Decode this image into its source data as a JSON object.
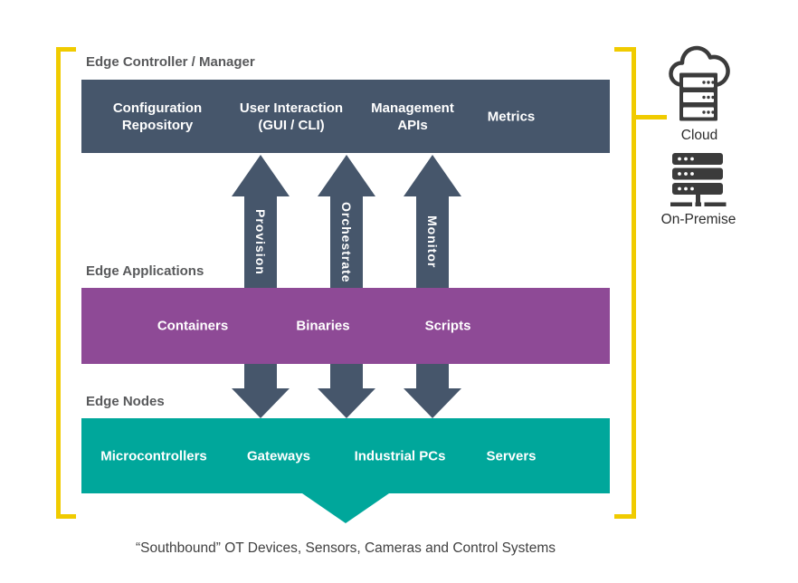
{
  "diagram": {
    "controller": {
      "heading": "Edge Controller / Manager",
      "items": [
        {
          "line1": "Configuration",
          "line2": "Repository"
        },
        {
          "line1": "User Interaction",
          "line2": "(GUI / CLI)"
        },
        {
          "line1": "Management",
          "line2": "APIs"
        },
        {
          "line1": "Metrics",
          "line2": ""
        }
      ]
    },
    "flows": [
      {
        "label": "Provision"
      },
      {
        "label": "Orchestrate"
      },
      {
        "label": "Monitor"
      }
    ],
    "applications": {
      "heading": "Edge Applications",
      "items": [
        {
          "label": "Containers"
        },
        {
          "label": "Binaries"
        },
        {
          "label": "Scripts"
        }
      ]
    },
    "nodes": {
      "heading": "Edge Nodes",
      "items": [
        {
          "label": "Microcontrollers"
        },
        {
          "label": "Gateways"
        },
        {
          "label": "Industrial PCs"
        },
        {
          "label": "Servers"
        }
      ]
    },
    "southbound_caption": "“Southbound” OT Devices, Sensors, Cameras and Control Systems"
  },
  "deployment": {
    "cloud_label": "Cloud",
    "onpremise_label": "On-Premise"
  },
  "colors": {
    "slate": "#46566b",
    "purple": "#8e4a96",
    "teal": "#00a79b",
    "bracket_yellow": "#f0cb00",
    "heading_gray": "#58595b",
    "icon_dark": "#3b3b3b"
  }
}
